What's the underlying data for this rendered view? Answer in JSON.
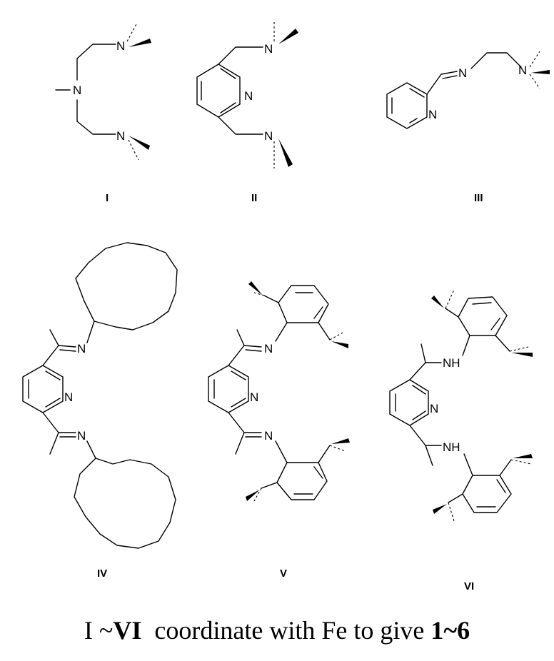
{
  "compounds": [
    {
      "id": "I",
      "label": "I"
    },
    {
      "id": "II",
      "label": "II"
    },
    {
      "id": "III",
      "label": "III"
    },
    {
      "id": "IV",
      "label": "IV"
    },
    {
      "id": "V",
      "label": "V"
    },
    {
      "id": "VI",
      "label": "VI"
    }
  ],
  "atoms": {
    "N": "N",
    "NH": "NH"
  },
  "caption": {
    "range_start": "I",
    "tilde1": "~",
    "range_end": "VI",
    "text": "coordinate with Fe to give",
    "products": "1~6"
  }
}
